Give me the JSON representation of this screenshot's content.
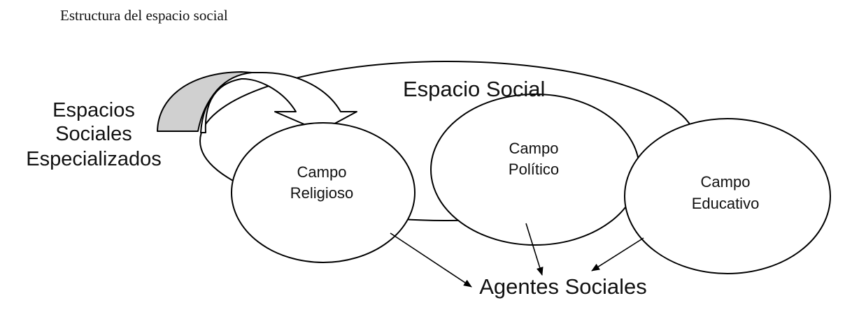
{
  "caption": "Estructura del espacio social",
  "diagram": {
    "outer_space": {
      "label": "Espacio Social"
    },
    "side_label": {
      "lines": [
        "Espacios",
        "Sociales",
        "Especializados"
      ]
    },
    "fields": [
      {
        "id": "religioso",
        "lines": [
          "Campo",
          "Religioso"
        ]
      },
      {
        "id": "politico",
        "lines": [
          "Campo",
          "Político"
        ]
      },
      {
        "id": "educativo",
        "lines": [
          "Campo",
          "Educativo"
        ]
      }
    ],
    "target": {
      "label": "Agentes Sociales"
    },
    "edges": [
      {
        "from": "religioso",
        "to": "agentes"
      },
      {
        "from": "politico",
        "to": "agentes"
      },
      {
        "from": "educativo",
        "to": "agentes"
      }
    ],
    "colors": {
      "stroke": "#000000",
      "arrow_fill": "#d0d0d0",
      "background": "#ffffff"
    }
  }
}
